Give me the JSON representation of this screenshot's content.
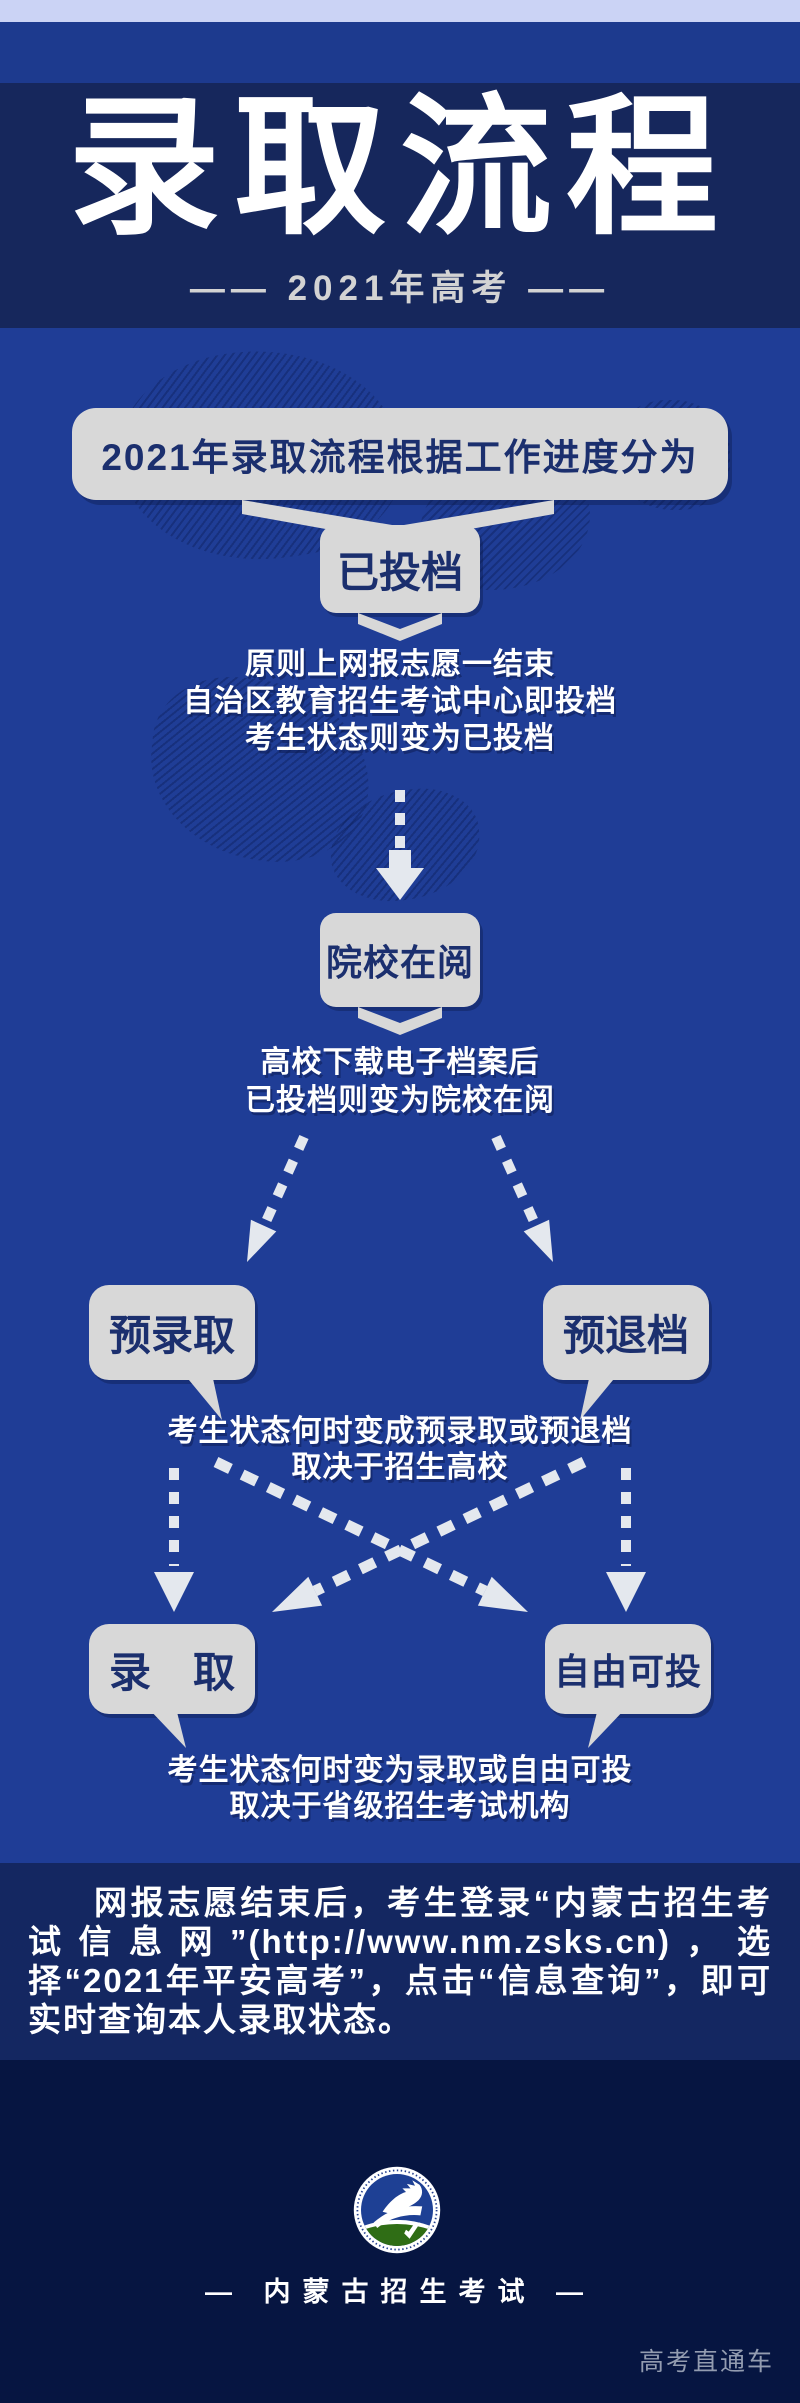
{
  "header": {
    "title": "录取流程",
    "subtitle": "—— 2021年高考 ——"
  },
  "intro": {
    "banner_text": "2021年录取流程根据工作进度分为"
  },
  "flowchart": {
    "stage1": {
      "label": "已投档",
      "description": [
        "原则上网报志愿一结束",
        "自治区教育招生考试中心即投档",
        "考生状态则变为已投档"
      ]
    },
    "stage2": {
      "label": "院校在阅",
      "description": [
        "高校下载电子档案后",
        "已投档则变为院校在阅"
      ]
    },
    "branch1": {
      "left_label": "预录取",
      "right_label": "预退档",
      "description": [
        "考生状态何时变成预录取或预退档",
        "取决于招生高校"
      ]
    },
    "branch2": {
      "left_label": "录　取",
      "right_label": "自由可投",
      "description": [
        "考生状态何时变为录取或自由可投",
        "取决于省级招生考试机构"
      ]
    }
  },
  "footer": {
    "paragraph": "网报志愿结束后，考生登录“内蒙古招生考试信息网”(http://www.nm.zsks.cn)，选择“2021年平安高考”，点击“信息查询”，即可实时查询本人录取状态。"
  },
  "bottom": {
    "logo_name": "inner-mongolia-education-admissions-exam-emblem",
    "org_line": "— 内蒙古招生考试 —",
    "watermark": "高考直通车"
  },
  "colors": {
    "top_strip": "#cbd3f5",
    "brand_blue": "#1d3a8e",
    "header_navy": "#16275c",
    "main_blue": "#1f3d96",
    "footer_navy": "#142761",
    "bottom_navy": "#061541",
    "bubble_gray": "#d8d8d8",
    "bubble_text_navy": "#1b2f6e",
    "arrow_gray": "#e4e8ee",
    "logo_green": "#2f6d15",
    "logo_blue": "#1e4094",
    "watermark_gray": "#939cb0",
    "text_white": "#ffffff"
  }
}
